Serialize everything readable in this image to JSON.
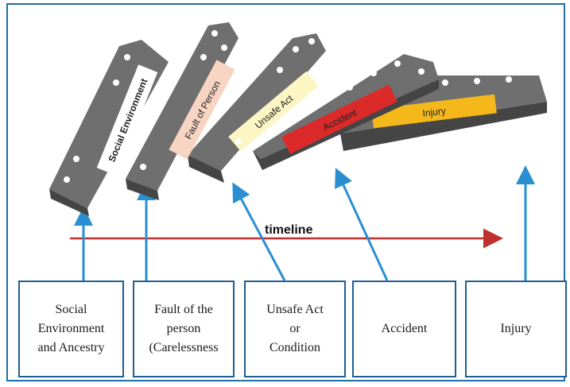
{
  "timeline_label": "timeline",
  "dominoes": [
    {
      "label": "Social Environment",
      "color": "#ffffff"
    },
    {
      "label": "Fault of Person",
      "color": "#f8d5c3"
    },
    {
      "label": "Unsafe Act",
      "color": "#fbf6c4"
    },
    {
      "label": "Accident",
      "color": "#dc2a2a"
    },
    {
      "label": "Injury",
      "color": "#f5b81b"
    }
  ],
  "boxes": [
    {
      "text": "Social\nEnvironment\nand Ancestry"
    },
    {
      "text": "Fault of the\nperson\n(Carelessness"
    },
    {
      "text": "Unsafe Act\nor\nCondition"
    },
    {
      "text": "Accident"
    },
    {
      "text": "Injury"
    }
  ],
  "colors": {
    "frame": "#1f6fa8",
    "arrow": "#2a8fd0",
    "timeline": "#c0302f",
    "domino_top": "#6f6f6f",
    "domino_side": "#454545"
  }
}
